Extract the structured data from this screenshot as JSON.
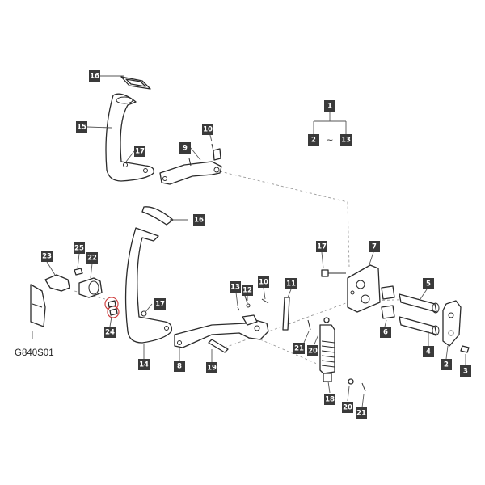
{
  "diagram": {
    "figure_code": "G840S01",
    "range_separator": "~",
    "callouts": {
      "c1": "1",
      "c2": "2",
      "c3": "3",
      "c4": "4",
      "c5": "5",
      "c6": "6",
      "c7": "7",
      "c8": "8",
      "c9": "9",
      "c10a": "10",
      "c10b": "10",
      "c11": "11",
      "c12": "12",
      "c13a": "13",
      "c13b": "13",
      "c14": "14",
      "c15": "15",
      "c16a": "16",
      "c16b": "16",
      "c17a": "17",
      "c17b": "17",
      "c17c": "17",
      "c18": "18",
      "c19": "19",
      "c20a": "20",
      "c20b": "20",
      "c21a": "21",
      "c21b": "21",
      "c22": "22",
      "c23": "23",
      "c24": "24",
      "c25": "25",
      "c2b": "2"
    }
  },
  "colors": {
    "badge": "#3a3a3a",
    "line": "#2b2b2b",
    "highlight": "#cc3333"
  }
}
